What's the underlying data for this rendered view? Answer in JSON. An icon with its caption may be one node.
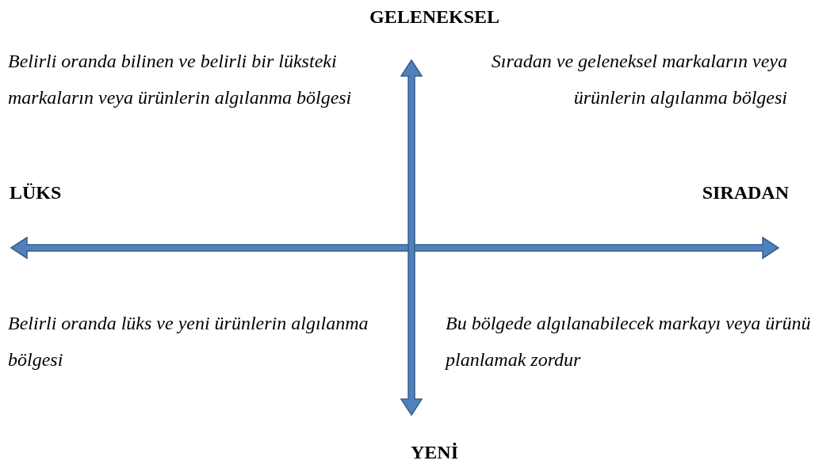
{
  "diagram": {
    "labels": [
      "GELENEKSEL",
      "Belirli oranda bilinen ve belirli bir lüksteki markaların veya ürünlerin algılanma bölgesi",
      "Sıradan ve geleneksel markaların veya ürünlerin algılanma bölgesi",
      "LÜKS",
      "SIRADAN",
      "Belirli oranda lüks ve yeni ürünlerin algılanma bölgesi",
      "Bu bölgede algılanabilecek markayı veya ürünü planlamak zordur",
      "YENİ"
    ]
  }
}
